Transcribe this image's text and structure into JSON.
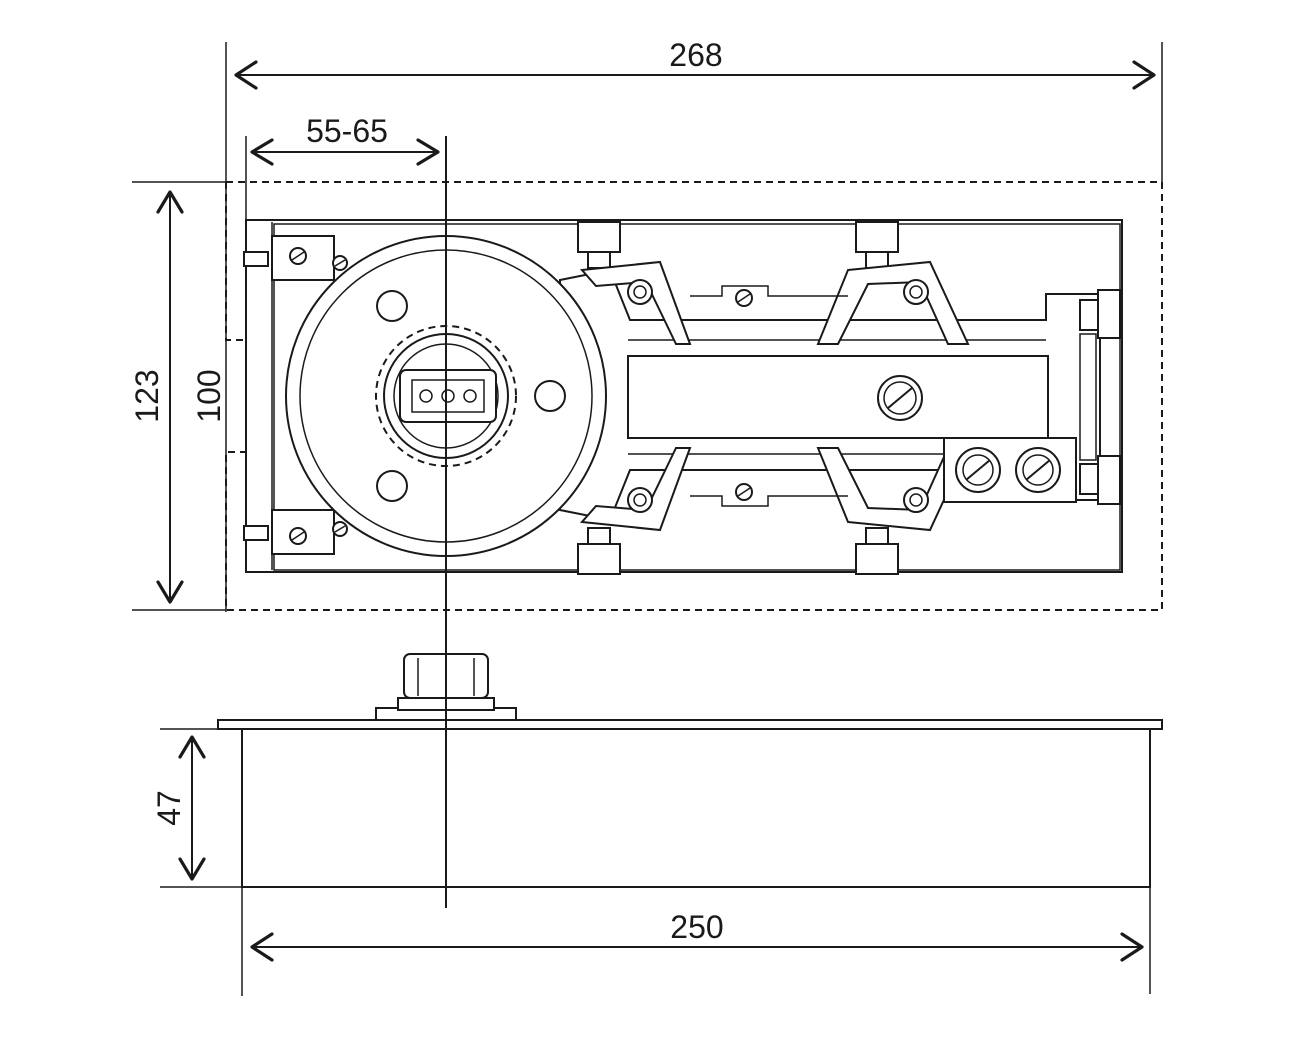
{
  "dimensions": {
    "overall_length": "268",
    "pivot_offset": "55-65",
    "overall_width": "123",
    "body_width": "100",
    "height": "47",
    "body_length": "250"
  },
  "colors": {
    "line": "#1a1a1a",
    "background": "#ffffff"
  }
}
